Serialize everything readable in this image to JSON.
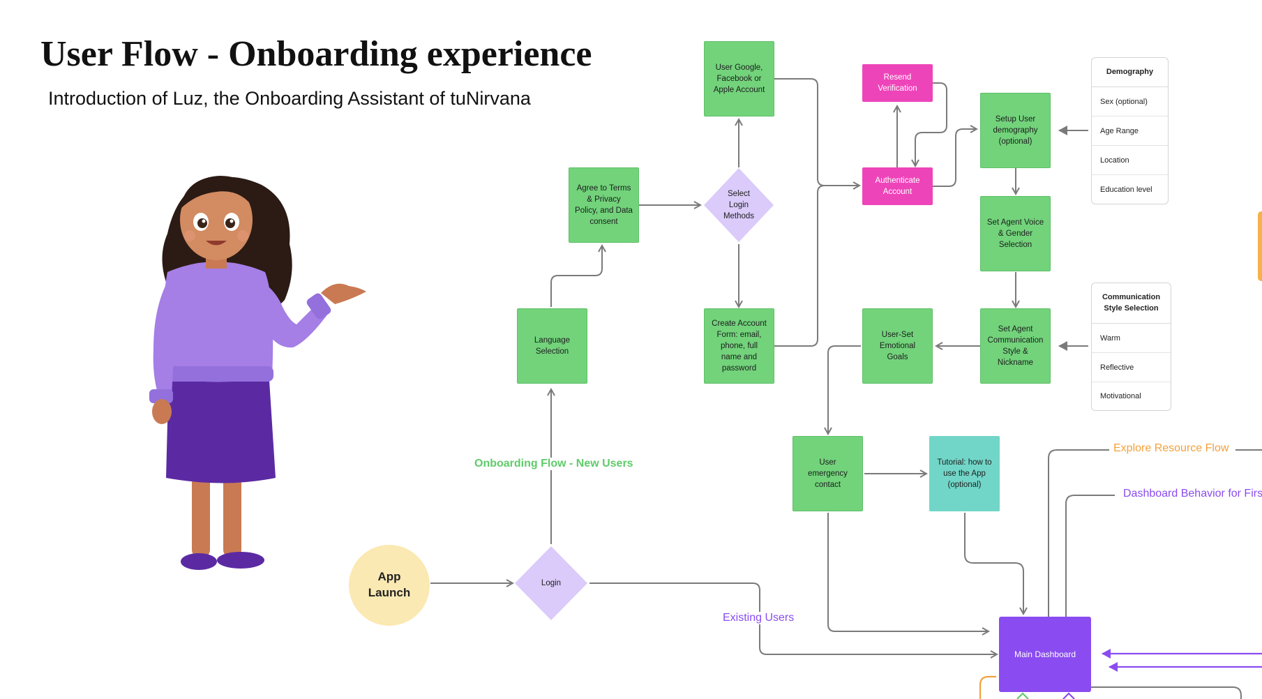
{
  "header": {
    "title": "User Flow - Onboarding experience",
    "subtitle": "Introduction of Luz, the Onboarding Assistant of tuNirvana"
  },
  "nodes": {
    "app_launch": "App\nLaunch",
    "login": "Login",
    "language_selection": "Language\nSelection",
    "agree_terms": "Agree to Terms\n& Privacy\nPolicy, and Data\nconsent",
    "select_login": "Select\nLogin\nMethods",
    "social_account": "User Google,\nFacebook or\nApple Account",
    "create_account": "Create Account\nForm: email,\nphone, full\nname and\npassword",
    "resend_verification": "Resend\nVerification",
    "authenticate_account": "Authenticate\nAccount",
    "setup_demography": "Setup User\ndemography\n(optional)",
    "agent_voice": "Set Agent Voice\n& Gender\nSelection",
    "agent_communication": "Set Agent\nCommunication\nStyle &\nNickname",
    "emotional_goals": "User-Set\nEmotional\nGoals",
    "emergency_contact": "User\nemergency\ncontact",
    "tutorial": "Tutorial: how to\nuse the App\n(optional)",
    "main_dashboard": "Main Dashboard"
  },
  "demography_table": {
    "header": "Demography",
    "rows": [
      "Sex (optional)",
      "Age Range",
      "Location",
      "Education level"
    ]
  },
  "communication_table": {
    "header": "Communication\nStyle Selection",
    "rows": [
      "Warm",
      "Reflective",
      "Motivational"
    ]
  },
  "flow_labels": {
    "onboarding": "Onboarding Flow - New Users",
    "existing": "Existing Users",
    "explore": "Explore Resource Flow",
    "dashboard_behavior": "Dashboard Behavior for Firs"
  },
  "colors": {
    "green": "#72d37b",
    "pink": "#ee44b9",
    "lavender": "#dacbfa",
    "teal": "#71d6c8",
    "purple": "#8a4cf0",
    "cream": "#fbe9b3",
    "onboarding_label": "#5fcb6a",
    "existing_label": "#8a4cf0",
    "explore_label": "#f3a13b",
    "connector": "#7a7a7a"
  }
}
